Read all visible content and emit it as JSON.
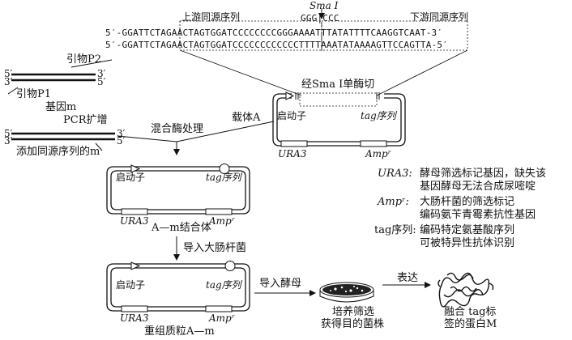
{
  "top": {
    "enzyme_label": "Sma Ⅰ",
    "site_seq": "GGG|CCC",
    "upstream_label": "上游同源序列",
    "downstream_label": "下游同源序列",
    "seq_top": "5′-GGATTCTAGAACTAGTGGATCCCCCCCCGGGAAAATTTATATTTTCAAGGTCAAT-3′",
    "seq_bottom": "5′-GGATTCTAGAACTAGTGGATCCCCCCCCCCCCTTTTAAATATAAAAGTTCCAGTTA-5′",
    "cut_label": "经Sma Ⅰ单酶切"
  },
  "primers": {
    "p2": "引物P2",
    "p1": "引物P1",
    "gene_m": "基因m",
    "pcr": "PCR扩增",
    "homolog_added": "添加同源序列的m",
    "end_3": "3′",
    "end_5": "5′"
  },
  "steps": {
    "mix_enzyme": "混合酶处理",
    "vector": "载体A",
    "am_complex": "A—m结合体",
    "into_ecoli": "导入大肠杆菌",
    "recombinant": "重组质粒A—m",
    "into_yeast": "导入酵母",
    "culture": [
      "培养筛选",
      "获得目的菌株"
    ],
    "express": "表达",
    "fusion": [
      "融合 tag标",
      "签的蛋白M"
    ]
  },
  "plasmid_labels": {
    "promoter": "启动子",
    "tag": "tag序列",
    "ura3": "URA3",
    "amp": "Ampʳ"
  },
  "legend": [
    {
      "term": "URA3:",
      "lines": [
        "酵母筛选标记基因，缺失该",
        "基因酵母无法合成尿嘧啶"
      ]
    },
    {
      "term": "Ampʳ:",
      "lines": [
        "大肠杆菌的筛选标记",
        "编码氨苄青霉素抗性基因"
      ]
    },
    {
      "term": "tag序列:",
      "lines": [
        "编码特定氨基酸序列",
        "可被特异性抗体识别"
      ]
    }
  ]
}
